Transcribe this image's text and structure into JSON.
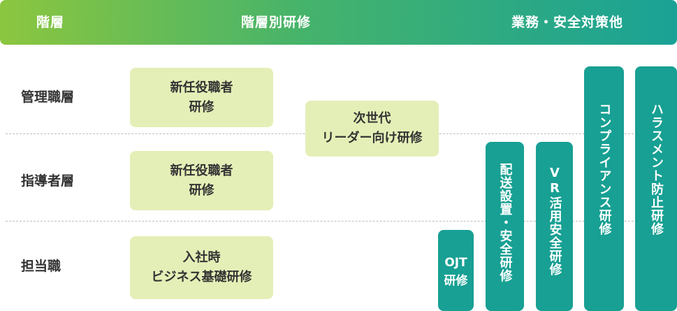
{
  "header": {
    "col1": "階層",
    "col2": "階層別研修",
    "col3": "業務・安全対策他"
  },
  "levels": {
    "management": "管理職層",
    "leader": "指導者層",
    "staff": "担当職"
  },
  "tier_programs": {
    "management_training": "新任役職者\n研修",
    "leader_training": "新任役職者\n研修",
    "new_hire_training": "入社時\nビジネス基礎研修",
    "next_gen_leader": "次世代\nリーダー向け研修"
  },
  "business_programs": {
    "ojt": "OJT\n研修",
    "delivery_install_safety": "配送設置・安全研修",
    "vr_safety": "VR活用安全研修",
    "compliance": "コンプライアンス研修",
    "harassment": "ハラスメント防止研修"
  },
  "colors": {
    "header_start": "#8cc63f",
    "header_end": "#1aa296",
    "tier_box": "#e4efb7",
    "business_box": "#17a093"
  }
}
